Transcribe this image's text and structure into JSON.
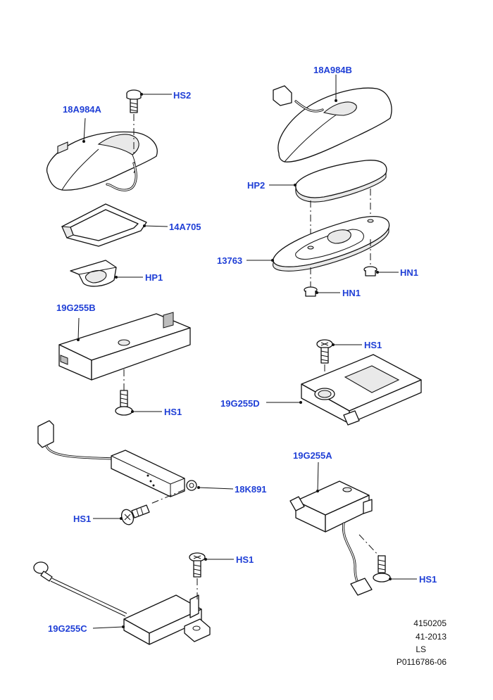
{
  "labels": {
    "p18a984a": "18A984A",
    "hs2": "HS2",
    "p14a705": "14A705",
    "hp1": "HP1",
    "p19g255b": "19G255B",
    "hs1_b": "HS1",
    "p18a984b": "18A984B",
    "hp2": "HP2",
    "p13763": "13763",
    "hn1_a": "HN1",
    "hn1_b": "HN1",
    "hs1_d": "HS1",
    "p19g255d": "19G255D",
    "p18k891": "18K891",
    "hs1_k": "HS1",
    "p19g255a": "19G255A",
    "hs1_a": "HS1",
    "hs1_c": "HS1",
    "p19g255c": "19G255C"
  },
  "footer": {
    "line1": "4150205",
    "line2": "41-2013",
    "line3": "LS",
    "line4": "P0116786-06"
  },
  "colors": {
    "label": "#1f3fd6",
    "line": "#111111"
  }
}
